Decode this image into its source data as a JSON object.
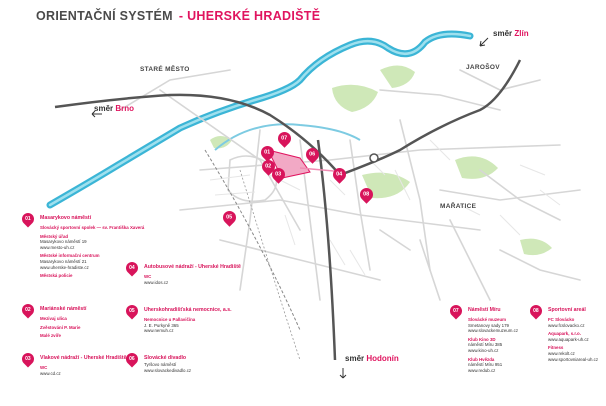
{
  "title": {
    "part1": "ORIENTAČNÍ SYSTÉM",
    "part2": "- UHERSKÉ HRADIŠTĚ"
  },
  "directions": [
    {
      "prefix": "směr",
      "city": "Zlín"
    },
    {
      "prefix": "směr",
      "city": "Brno"
    },
    {
      "prefix": "směr",
      "city": "Hodonín"
    }
  ],
  "places": [
    "STARÉ MĚSTO",
    "JAROŠOV",
    "MAŘATICE"
  ],
  "pins": [
    "01",
    "02",
    "03",
    "04",
    "05",
    "06",
    "07",
    "08"
  ],
  "legend": [
    {
      "num": "01",
      "title": "Masarykovo náměstí",
      "items": [
        {
          "sub": "Slovácký sportovní spolek — sv. Františka Xaverá"
        },
        {
          "sub": "Městský úřad",
          "line": "Masarykovo náměstí 19"
        },
        {
          "line": "www.mesto-uh.cz"
        },
        {
          "sub": "Městské informační centrum",
          "line": "Masarykovo náměstí 21"
        },
        {
          "line": "www.uherske-hradiste.cz"
        },
        {
          "sub": "Městská policie"
        }
      ]
    },
    {
      "num": "02",
      "title": "Mariánské náměstí",
      "items": [
        {
          "sub": "Mezivaj ulica"
        },
        {
          "sub": "Zvěstování P. Marie"
        },
        {
          "sub": "Malé zvíře"
        }
      ]
    },
    {
      "num": "03",
      "title": "Vlakové nádraží - Uherské Hradiště",
      "items": [
        {
          "sub": "WC"
        },
        {
          "line": "www.cd.cz"
        }
      ]
    },
    {
      "num": "04",
      "title": "Autobusové nádraží - Uherské Hradiště",
      "items": [
        {
          "sub": "WC"
        },
        {
          "line": "www.idos.cz"
        }
      ]
    },
    {
      "num": "05",
      "title": "Uherskohradišťská nemocnice, a.s.",
      "items": [
        {
          "sub": "Nemocnice u Pallavičína",
          "line": "J. E. Purkyně 365"
        },
        {
          "line": "www.nemuh.cz"
        }
      ]
    },
    {
      "num": "06",
      "title": "Slovácké divadlo",
      "items": [
        {
          "line": "Tyršovo náměstí"
        },
        {
          "line": "www.slovackedivadlo.cz"
        }
      ]
    },
    {
      "num": "07",
      "title": "Náměstí Míru",
      "items": [
        {
          "sub": "Slovácké muzeum",
          "line": "Smetanovy sady 179"
        },
        {
          "line": "www.slovackemuzeum.cz"
        },
        {
          "sub": "Klub Kino 3D",
          "line": "náměstí Míru 385"
        },
        {
          "line": "www.kino-uh.cz"
        },
        {
          "sub": "Klub Hvězda",
          "line": "náměstí Míru 951"
        },
        {
          "line": "www.redub.cz"
        }
      ]
    },
    {
      "num": "08",
      "title": "Sportovní areál",
      "items": [
        {
          "sub": "FC Slovácko",
          "line": "www.fcslovacko.cz"
        },
        {
          "sub": "Aquapark, s.r.o.",
          "line": "www.aquapark-uh.cz"
        },
        {
          "sub": "Fitness",
          "line": "www.rekolt.cz"
        },
        {
          "line": "www.sportovniareal-uh.cz"
        }
      ]
    }
  ]
}
